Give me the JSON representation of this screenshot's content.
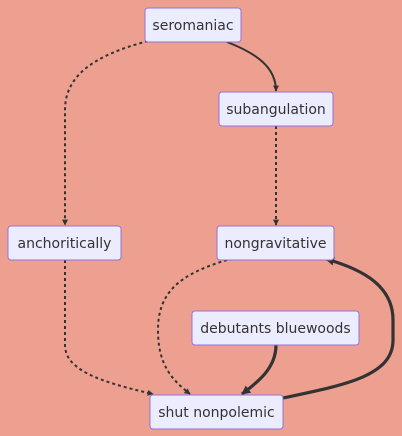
{
  "diagram": {
    "type": "flowchart",
    "background": "#eea090",
    "node_fill": "#ececff",
    "node_stroke": "#9370db",
    "edge_color": "#333333",
    "nodes": {
      "seromaniac": "seromaniac",
      "subangulation": "subangulation",
      "anchoritically": "anchoritically",
      "nongravitative": "nongravitative",
      "debutants_bluewoods": "debutants bluewoods",
      "shut_nonpolemic": "shut nonpolemic"
    },
    "edges": [
      {
        "from": "seromaniac",
        "to": "subangulation",
        "style": "solid"
      },
      {
        "from": "seromaniac",
        "to": "anchoritically",
        "style": "dotted"
      },
      {
        "from": "subangulation",
        "to": "nongravitative",
        "style": "dotted"
      },
      {
        "from": "anchoritically",
        "to": "shut nonpolemic",
        "style": "dotted"
      },
      {
        "from": "nongravitative",
        "to": "shut nonpolemic",
        "style": "dotted"
      },
      {
        "from": "debutants bluewoods",
        "to": "shut nonpolemic",
        "style": "thick"
      },
      {
        "from": "shut nonpolemic",
        "to": "nongravitative",
        "style": "thick"
      }
    ]
  }
}
